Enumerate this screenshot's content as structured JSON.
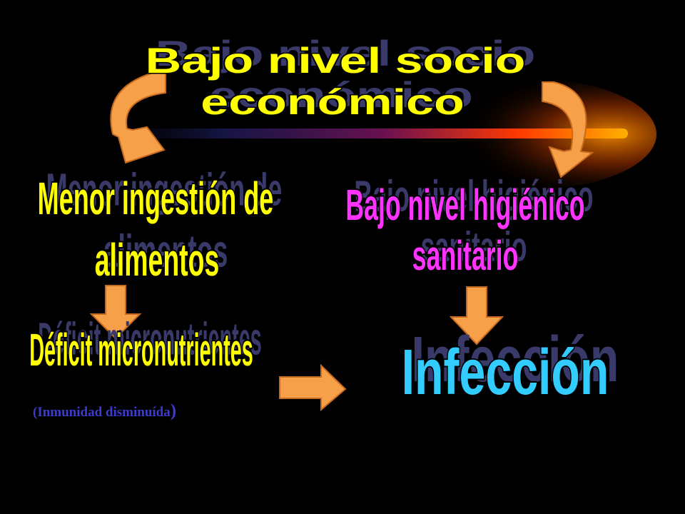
{
  "diagram": {
    "nodes": {
      "socio": {
        "line1": "Bajo nivel socio",
        "line2": "económico",
        "color": "#ffff00"
      },
      "ingestion": {
        "line1": "Menor ingestión de",
        "line2": "alimentos",
        "color": "#ffff00"
      },
      "higienico": {
        "line1": "Bajo nivel higiénico",
        "line2": "sanitario",
        "color": "#ff33ff"
      },
      "deficit": {
        "line1": "Déficit micronutrientes",
        "color": "#ffff00"
      },
      "infeccion": {
        "line1": "Infección",
        "color": "#33ccff"
      }
    },
    "edges": [
      {
        "from": "socio",
        "to": "ingestion"
      },
      {
        "from": "socio",
        "to": "higienico"
      },
      {
        "from": "ingestion",
        "to": "deficit"
      },
      {
        "from": "higienico",
        "to": "infeccion"
      },
      {
        "from": "deficit",
        "to": "infeccion"
      }
    ],
    "note": {
      "text": "(Inmunidad disminuída",
      "close": ")",
      "color": "#3b3bcf"
    },
    "colors": {
      "background": "#000000",
      "arrow": "#f7a04a",
      "arrow_outline": "#c86a1e",
      "beam": "#ff7a00"
    }
  }
}
